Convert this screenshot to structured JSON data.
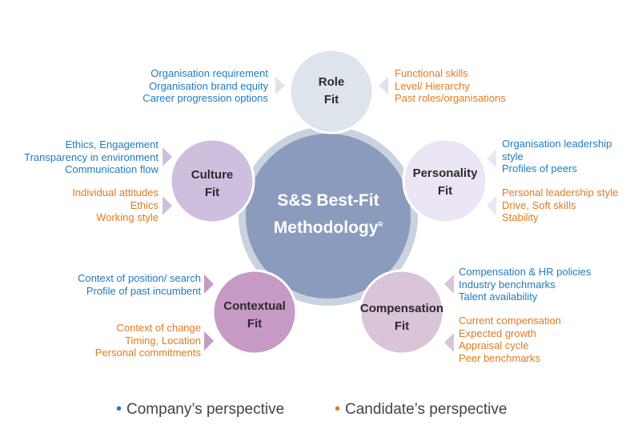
{
  "center": {
    "line1": "S&S Best-Fit",
    "line2": "Methodology",
    "mark": "R"
  },
  "colors": {
    "company": "#1f7bbf",
    "candidate": "#e07b20",
    "center_fill": "#8b9bbd",
    "center_ring": "#c9d3de"
  },
  "nodes": {
    "role": {
      "line1": "Role",
      "line2": "Fit",
      "company": [
        "Organisation requirement",
        "Organisation brand equity",
        "Career progression options"
      ],
      "candidate": [
        "Functional skills",
        "Level/ Hierarchy",
        "Past roles/organisations"
      ]
    },
    "culture": {
      "line1": "Culture",
      "line2": "Fit",
      "company": [
        "Ethics, Engagement",
        "Transparency in environment",
        "Communication flow"
      ],
      "candidate": [
        "Individual attitudes",
        "Ethics",
        "Working style"
      ]
    },
    "personality": {
      "line1": "Personality",
      "line2": "Fit",
      "company": [
        "Organisation leadership",
        "style",
        "Profiles of peers"
      ],
      "candidate": [
        "Personal leadership style",
        "Drive, Soft skills",
        "Stability"
      ]
    },
    "contextual": {
      "line1": "Contextual",
      "line2": "Fit",
      "company": [
        "Context of position/ search",
        "Profile of past incumbent"
      ],
      "candidate": [
        "Context of change",
        "Timing, Location",
        "Personal commitments"
      ]
    },
    "compensation": {
      "line1": "Compensation",
      "line2": "Fit",
      "company": [
        "Compensation & HR policies",
        "Industry benchmarks",
        "Talent availability"
      ],
      "candidate": [
        "Current compensation",
        "Expected growth",
        "Appraisal cycle",
        "Peer benchmarks"
      ]
    }
  },
  "legend": {
    "bullet": "•",
    "company": "Company’s perspective",
    "candidate": "Candidate’s perspective"
  }
}
